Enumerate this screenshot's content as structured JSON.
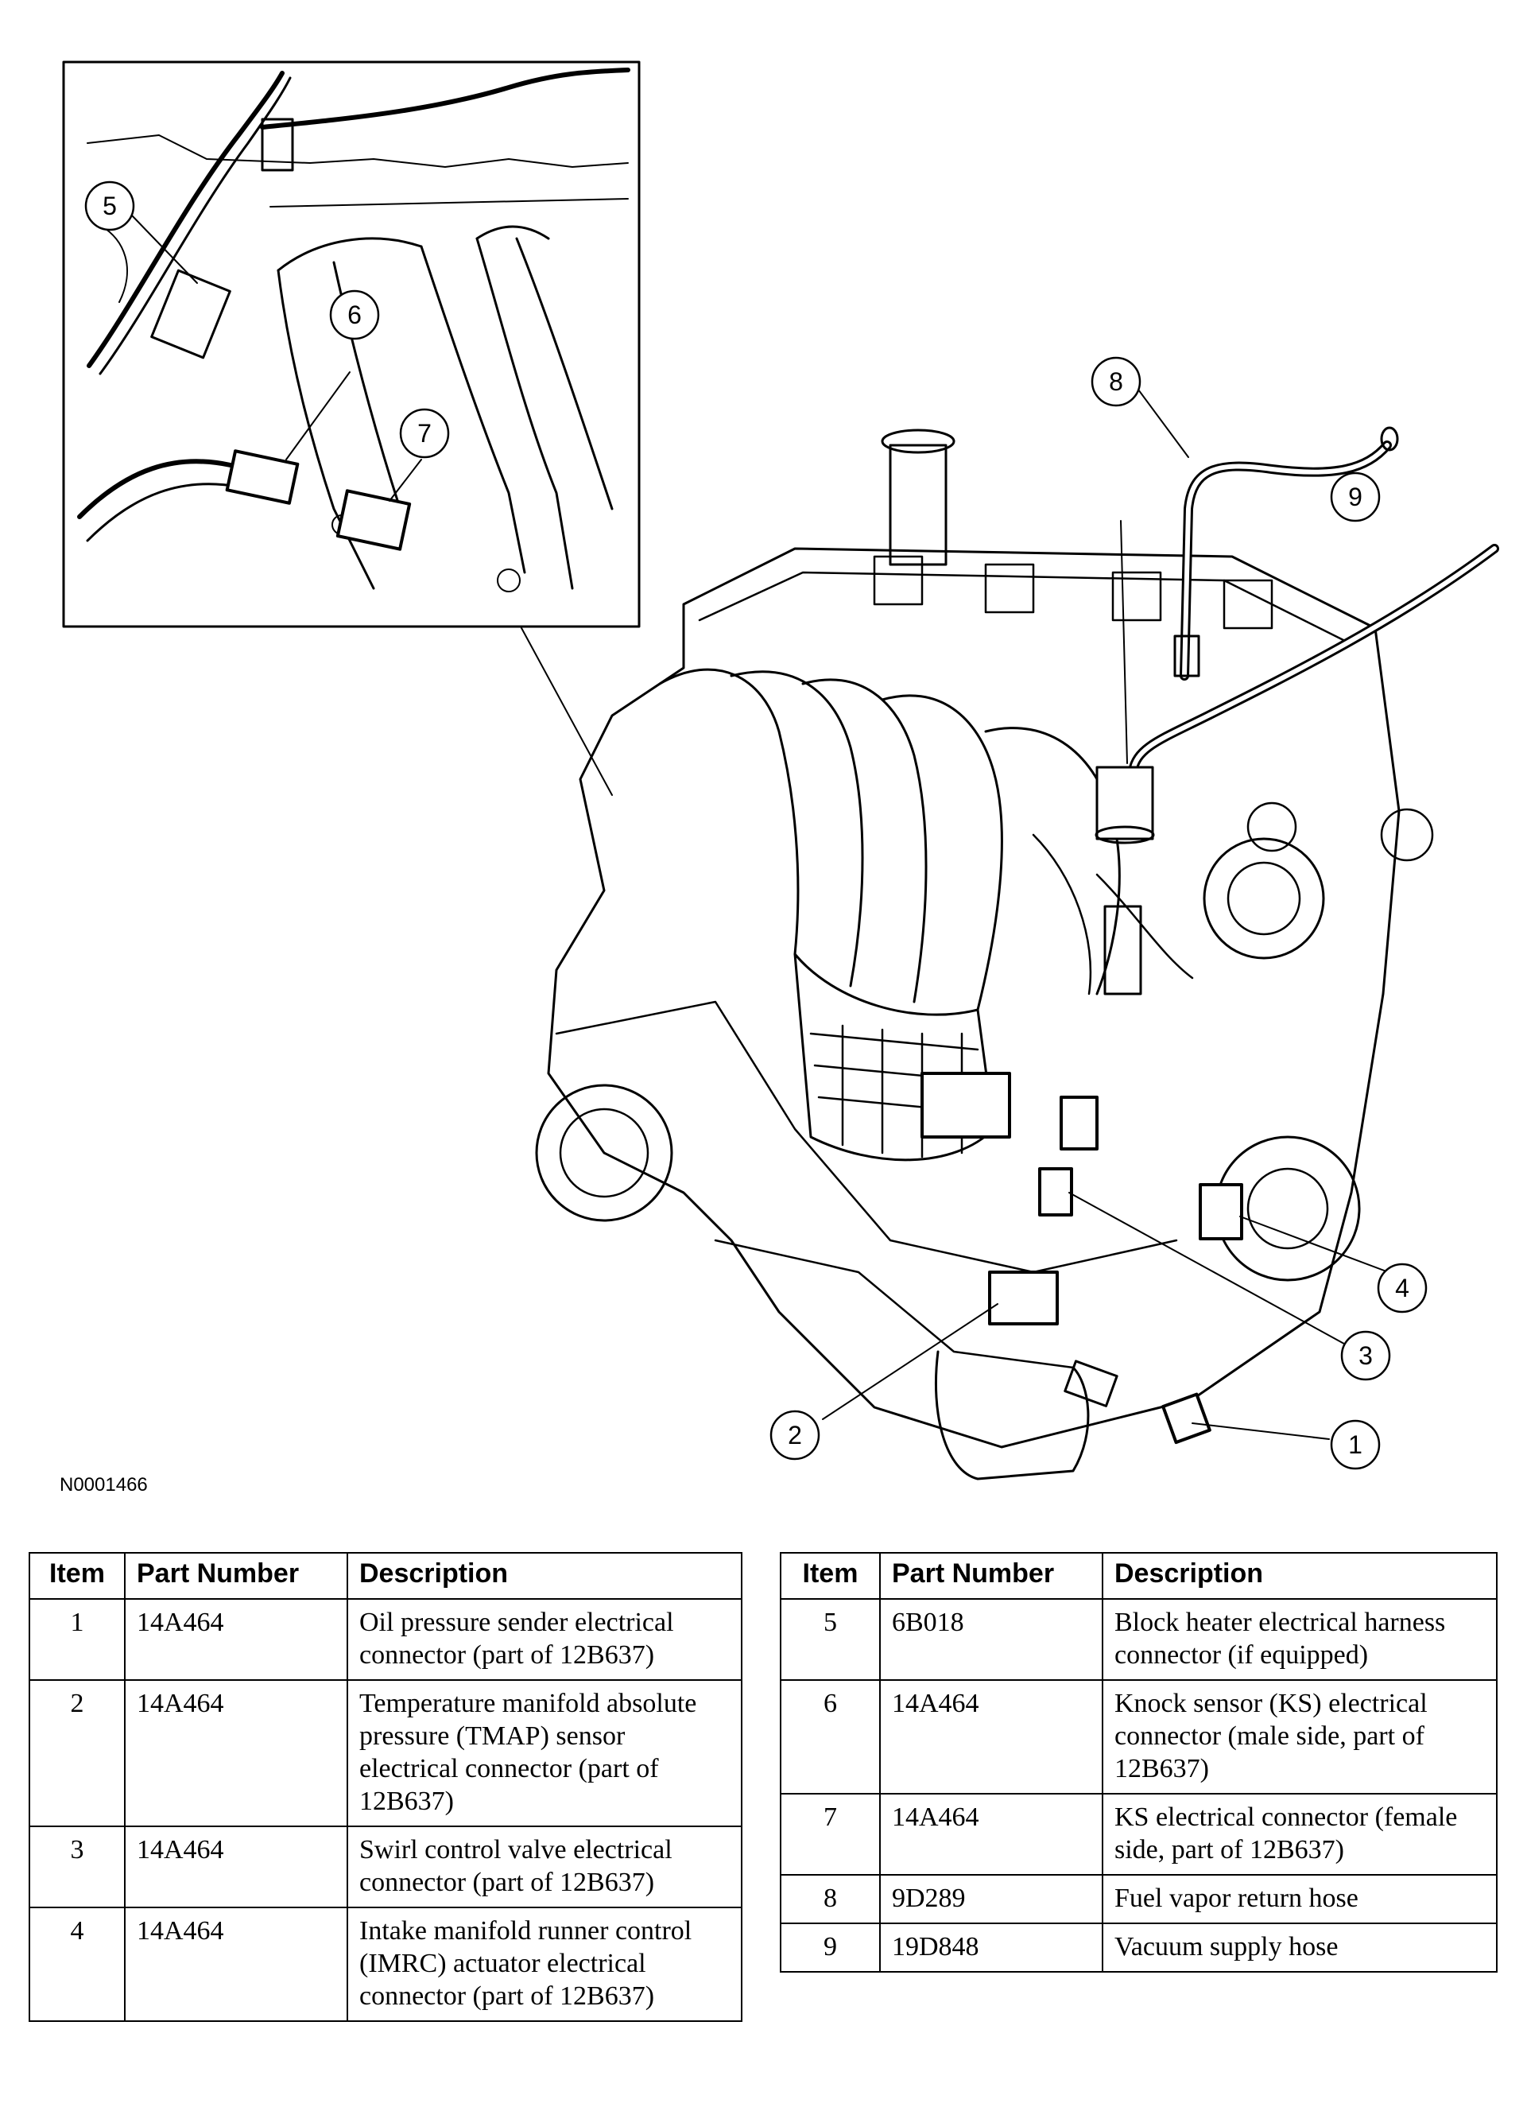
{
  "figure": {
    "id": "N0001466",
    "callouts": [
      "1",
      "2",
      "3",
      "4",
      "5",
      "6",
      "7",
      "8",
      "9"
    ]
  },
  "table": {
    "headers": {
      "item": "Item",
      "part_number": "Part Number",
      "description": "Description"
    },
    "rows": [
      {
        "item": "1",
        "part_number": "14A464",
        "description": "Oil pressure sender electrical connector (part of 12B637)"
      },
      {
        "item": "2",
        "part_number": "14A464",
        "description": "Temperature manifold absolute pressure (TMAP) sensor electrical connector (part of 12B637)"
      },
      {
        "item": "3",
        "part_number": "14A464",
        "description": "Swirl control valve electrical connector (part of 12B637)"
      },
      {
        "item": "4",
        "part_number": "14A464",
        "description": "Intake manifold runner control (IMRC) actuator electrical connector (part of 12B637)"
      },
      {
        "item": "5",
        "part_number": "6B018",
        "description": "Block heater electrical harness connector (if equipped)"
      },
      {
        "item": "6",
        "part_number": "14A464",
        "description": "Knock sensor (KS) electrical connector (male side, part of 12B637)"
      },
      {
        "item": "7",
        "part_number": "14A464",
        "description": "KS electrical connector (female side, part of 12B637)"
      },
      {
        "item": "8",
        "part_number": "9D289",
        "description": "Fuel vapor return hose"
      },
      {
        "item": "9",
        "part_number": "19D848",
        "description": "Vacuum supply hose"
      }
    ]
  }
}
